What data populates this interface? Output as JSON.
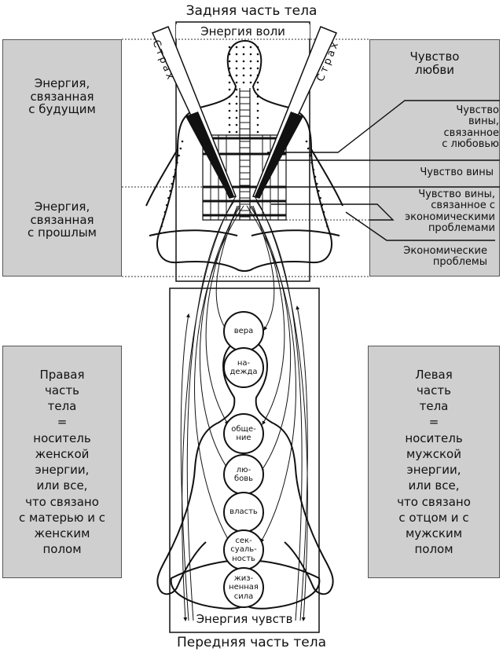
{
  "headings": {
    "top": "Задняя часть тела",
    "bottom": "Передняя часть тела"
  },
  "back_panel": {
    "title": "Энергия воли"
  },
  "front_panel": {
    "title": "Энергия чувств"
  },
  "fear_labels": {
    "left": "Страх",
    "right": "Страх"
  },
  "left_boxes": {
    "future": "Энергия,\nсвязанная\nс будущим",
    "past": "Энергия,\nсвязанная\nс прошлым",
    "right_side": "Правая\nчасть\nтела\n=\nноситель\nженской\nэнергии,\nили все,\nчто связано\nс матерью и с\nженским\nполом"
  },
  "right_boxes": {
    "love": "Чувство\nлюбви",
    "guilt_love": "Чувство\nвины,\nсвязанное\nс любовью",
    "guilt": "Чувство вины",
    "guilt_econ": "Чувство вины,\nсвязанное с\nэкономическими\nпроблемами",
    "econ": "Экономические\nпроблемы",
    "left_side": "Левая\nчасть\nтела\n=\nноситель\nмужской\nэнергии,\nили все,\nчто связано\nс отцом и с\nмужским\nполом"
  },
  "chakras": [
    {
      "label": "вера"
    },
    {
      "label": "на-\nдежда"
    },
    {
      "label": "обще-\nние"
    },
    {
      "label": "лю-\nбовь"
    },
    {
      "label": "власть"
    },
    {
      "label": "сек-\nсуаль-\nность"
    },
    {
      "label": "жиз-\nненная\nсила"
    }
  ]
}
